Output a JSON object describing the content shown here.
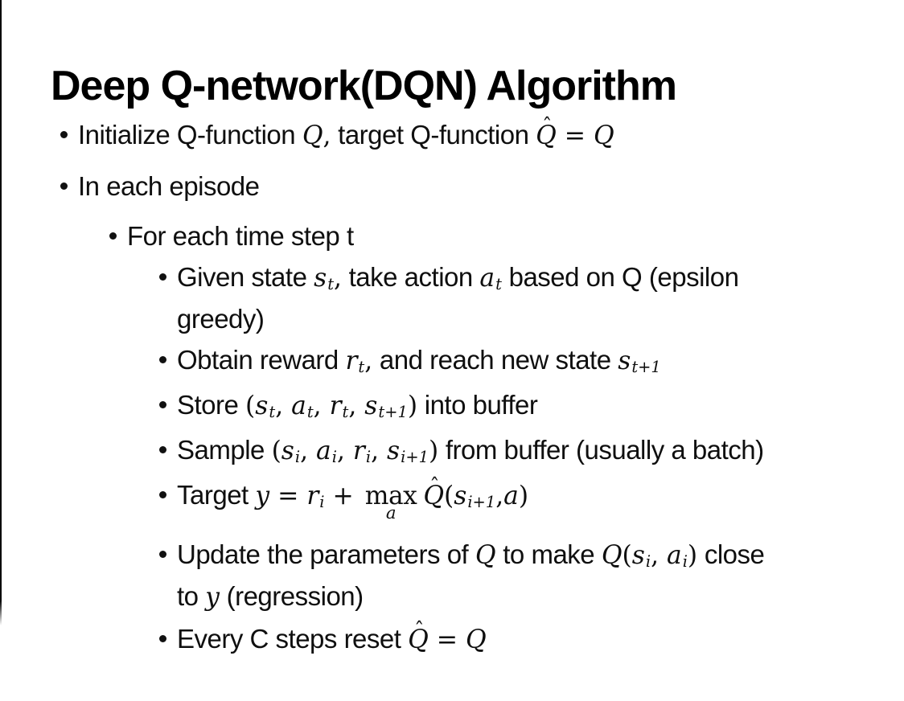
{
  "slide": {
    "title": "Deep Q-network(DQN) Algorithm",
    "colors": {
      "background": "#ffffff",
      "text": "#0f0f0f",
      "title": "#000000"
    },
    "bullets": [
      {
        "level": 1,
        "runs": [
          {
            "k": "t",
            "x": "Initialize Q-function "
          },
          {
            "k": "m",
            "x": "Q"
          },
          {
            "k": "o",
            "x": ","
          },
          {
            "k": "t",
            "x": " target Q-function "
          },
          {
            "k": "qh",
            "x": "Q"
          },
          {
            "k": "o",
            "x": " = "
          },
          {
            "k": "m",
            "x": "Q"
          }
        ]
      },
      {
        "level": 1,
        "runs": [
          {
            "k": "t",
            "x": "In each episode"
          }
        ]
      },
      {
        "level": 2,
        "runs": [
          {
            "k": "t",
            "x": "For each time step t"
          }
        ]
      },
      {
        "level": 3,
        "runs": [
          {
            "k": "t",
            "x": "Given state "
          },
          {
            "k": "ms",
            "x": "s",
            "sub": "t"
          },
          {
            "k": "o",
            "x": ","
          },
          {
            "k": "t",
            "x": " take action "
          },
          {
            "k": "ms",
            "x": "a",
            "sub": "t"
          },
          {
            "k": "t",
            "x": " based on Q (epsilon"
          },
          {
            "k": "br"
          },
          {
            "k": "t",
            "x": "greedy)"
          }
        ]
      },
      {
        "level": 3,
        "runs": [
          {
            "k": "t",
            "x": "Obtain reward "
          },
          {
            "k": "ms",
            "x": "r",
            "sub": "t"
          },
          {
            "k": "o",
            "x": ","
          },
          {
            "k": "t",
            "x": " and reach new state "
          },
          {
            "k": "ms",
            "x": "s",
            "sub": "t+1"
          }
        ]
      },
      {
        "level": 3,
        "runs": [
          {
            "k": "t",
            "x": "Store "
          },
          {
            "k": "o",
            "x": "("
          },
          {
            "k": "ms",
            "x": "s",
            "sub": "t"
          },
          {
            "k": "o",
            "x": ", "
          },
          {
            "k": "ms",
            "x": "a",
            "sub": "t"
          },
          {
            "k": "o",
            "x": ", "
          },
          {
            "k": "ms",
            "x": "r",
            "sub": "t"
          },
          {
            "k": "o",
            "x": ", "
          },
          {
            "k": "ms",
            "x": "s",
            "sub": "t+1"
          },
          {
            "k": "o",
            "x": ")"
          },
          {
            "k": "t",
            "x": " into buffer"
          }
        ]
      },
      {
        "level": 3,
        "runs": [
          {
            "k": "t",
            "x": "Sample "
          },
          {
            "k": "o",
            "x": "("
          },
          {
            "k": "ms",
            "x": "s",
            "sub": "i"
          },
          {
            "k": "o",
            "x": ", "
          },
          {
            "k": "ms",
            "x": "a",
            "sub": "i"
          },
          {
            "k": "o",
            "x": ", "
          },
          {
            "k": "ms",
            "x": "r",
            "sub": "i"
          },
          {
            "k": "o",
            "x": ", "
          },
          {
            "k": "ms",
            "x": "s",
            "sub": "i+1"
          },
          {
            "k": "o",
            "x": ")"
          },
          {
            "k": "t",
            "x": " from buffer (usually a batch)"
          }
        ]
      },
      {
        "level": 3,
        "runs": [
          {
            "k": "t",
            "x": "Target "
          },
          {
            "k": "m",
            "x": "y"
          },
          {
            "k": "o",
            "x": " = "
          },
          {
            "k": "ms",
            "x": "r",
            "sub": "i"
          },
          {
            "k": "o",
            "x": " + "
          },
          {
            "k": "max",
            "x": "max",
            "under": "a"
          },
          {
            "k": "qh",
            "x": "Q"
          },
          {
            "k": "o",
            "x": "("
          },
          {
            "k": "ms",
            "x": "s",
            "sub": "i+1"
          },
          {
            "k": "o",
            "x": ","
          },
          {
            "k": "m",
            "x": "a"
          },
          {
            "k": "o",
            "x": ")"
          }
        ]
      },
      {
        "level": 3,
        "runs": [
          {
            "k": "t",
            "x": "Update the parameters of "
          },
          {
            "k": "m",
            "x": "Q"
          },
          {
            "k": "t",
            "x": " to make "
          },
          {
            "k": "m",
            "x": "Q"
          },
          {
            "k": "o",
            "x": "("
          },
          {
            "k": "ms",
            "x": "s",
            "sub": "i"
          },
          {
            "k": "o",
            "x": ", "
          },
          {
            "k": "ms",
            "x": "a",
            "sub": "i"
          },
          {
            "k": "o",
            "x": ")"
          },
          {
            "k": "t",
            "x": " close"
          },
          {
            "k": "br"
          },
          {
            "k": "t",
            "x": "to "
          },
          {
            "k": "m",
            "x": "y"
          },
          {
            "k": "t",
            "x": " (regression)"
          }
        ]
      },
      {
        "level": 3,
        "runs": [
          {
            "k": "t",
            "x": "Every C steps reset "
          },
          {
            "k": "qh",
            "x": "Q"
          },
          {
            "k": "o",
            "x": " = "
          },
          {
            "k": "m",
            "x": "Q"
          }
        ]
      }
    ]
  }
}
